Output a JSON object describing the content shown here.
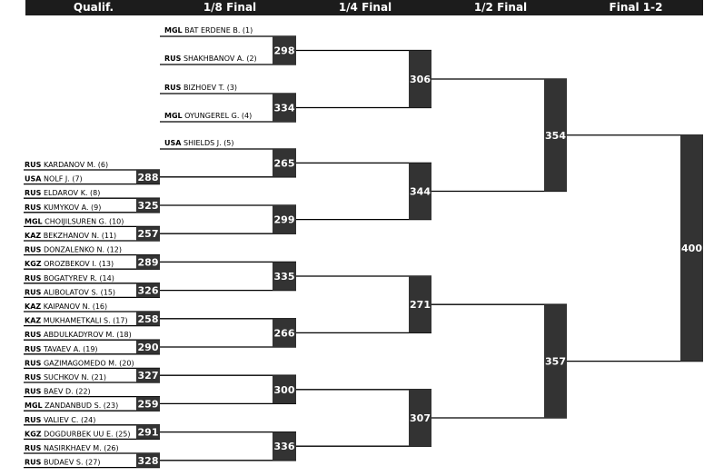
{
  "header": {
    "rounds": [
      "Qualif.",
      "1/8 Final",
      "1/4 Final",
      "1/2 Final",
      "Final 1-2"
    ]
  },
  "colors": {
    "bar": "#333333",
    "line": "#000000",
    "header_bg": "#1c1c1c",
    "header_text": "#ffffff"
  },
  "rounds": {
    "qualif": {
      "athletes": [
        {
          "code": "RUS",
          "name": "KARDANOV M. (6)"
        },
        {
          "code": "USA",
          "name": "NOLF J. (7)"
        },
        {
          "code": "RUS",
          "name": "ELDAROV K. (8)"
        },
        {
          "code": "RUS",
          "name": "KUMYKOV A. (9)"
        },
        {
          "code": "MGL",
          "name": "CHOIJILSUREN G. (10)"
        },
        {
          "code": "KAZ",
          "name": "BEKZHANOV N. (11)"
        },
        {
          "code": "RUS",
          "name": "DONZALENKO N. (12)"
        },
        {
          "code": "KGZ",
          "name": "OROZBEKOV I. (13)"
        },
        {
          "code": "RUS",
          "name": "BOGATYREV R. (14)"
        },
        {
          "code": "RUS",
          "name": "ALIBOLATOV S. (15)"
        },
        {
          "code": "KAZ",
          "name": "KAIPANOV N. (16)"
        },
        {
          "code": "KAZ",
          "name": "MUKHAMETKALI S. (17)"
        },
        {
          "code": "RUS",
          "name": "ABDULKADYROV M. (18)"
        },
        {
          "code": "RUS",
          "name": "TAVAEV A. (19)"
        },
        {
          "code": "RUS",
          "name": "GAZIMAGOMEDO M. (20)"
        },
        {
          "code": "RUS",
          "name": "SUCHKOV N. (21)"
        },
        {
          "code": "RUS",
          "name": "BAEV D. (22)"
        },
        {
          "code": "MGL",
          "name": "ZANDANBUD S. (23)"
        },
        {
          "code": "RUS",
          "name": "VALIEV C. (24)"
        },
        {
          "code": "KGZ",
          "name": "DOGDURBEK UU E. (25)"
        },
        {
          "code": "RUS",
          "name": "NASIRKHAEV M. (26)"
        },
        {
          "code": "RUS",
          "name": "BUDAEV S. (27)"
        }
      ],
      "scores": [
        "288",
        "325",
        "257",
        "289",
        "326",
        "258",
        "290",
        "327",
        "259",
        "291",
        "328"
      ]
    },
    "r16": {
      "athletes": [
        {
          "code": "MGL",
          "name": "BAT ERDENE B. (1)"
        },
        {
          "code": "RUS",
          "name": "SHAKHBANOV A. (2)"
        },
        {
          "code": "RUS",
          "name": "BIZHOEV T. (3)"
        },
        {
          "code": "MGL",
          "name": "OYUNGEREL G. (4)"
        },
        {
          "code": "USA",
          "name": "SHIELDS J. (5)"
        }
      ],
      "scores": [
        "298",
        "334",
        "265",
        "299",
        "335",
        "266",
        "300",
        "336"
      ]
    },
    "qf": {
      "scores": [
        "306",
        "344",
        "271",
        "307"
      ]
    },
    "sf": {
      "scores": [
        "354",
        "357"
      ]
    },
    "final": {
      "scores": [
        "400"
      ]
    }
  }
}
